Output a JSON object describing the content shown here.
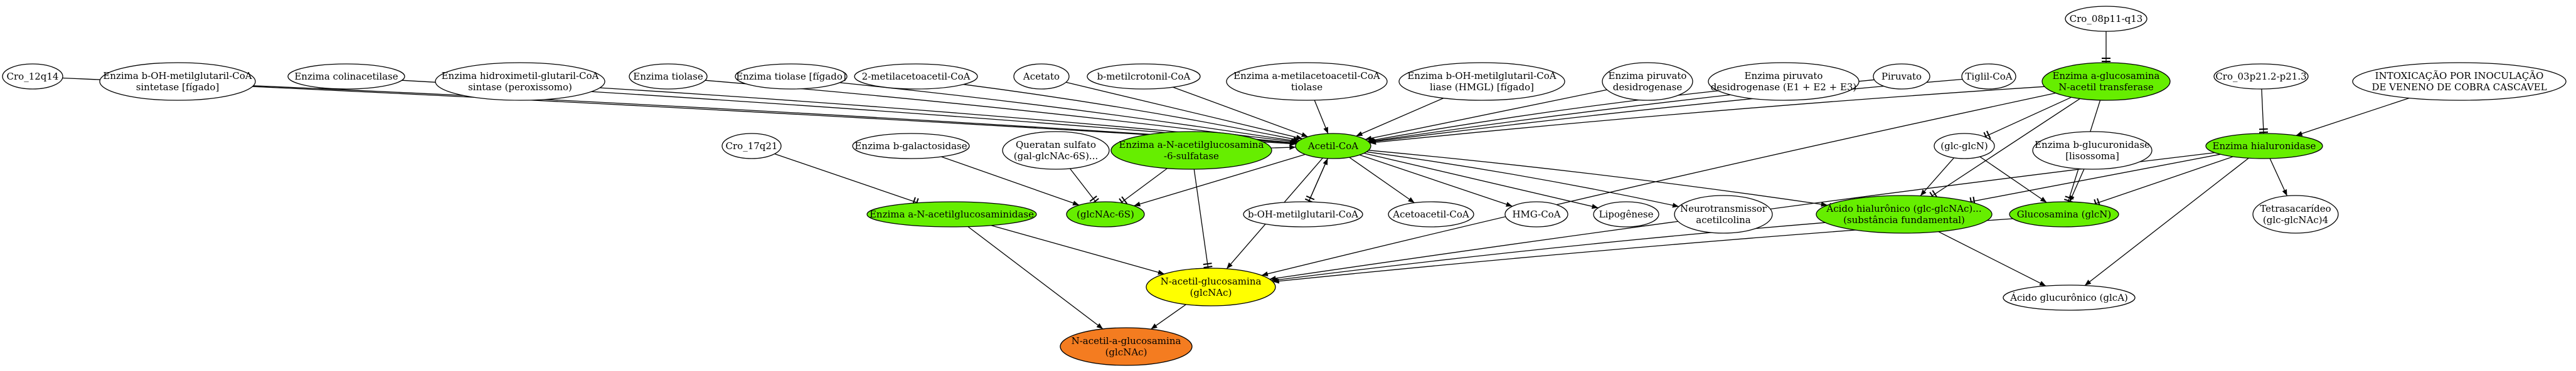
{
  "colors": {
    "green": "#66ee00",
    "yellow": "#ffff00",
    "orange": "#f47c20",
    "white": "#ffffff"
  },
  "nodes": [
    {
      "id": "cro12",
      "lines": [
        "Cro_12q14"
      ],
      "fill": "white"
    },
    {
      "id": "hmgsyn",
      "lines": [
        "Enzima b-OH-metilglutaril-CoA",
        "sintetase [fígado]"
      ],
      "fill": "white"
    },
    {
      "id": "colina",
      "lines": [
        "Enzima colinacetilase"
      ],
      "fill": "white"
    },
    {
      "id": "hidroxi",
      "lines": [
        "Enzima hidroximetil-glutaril-CoA",
        "sintase (peroxissomo)"
      ],
      "fill": "white"
    },
    {
      "id": "tiolase",
      "lines": [
        "Enzima tiolase"
      ],
      "fill": "white"
    },
    {
      "id": "tiolasef",
      "lines": [
        "Enzima tiolase [fígado]"
      ],
      "fill": "white"
    },
    {
      "id": "metilaceto",
      "lines": [
        "2-metilacetoacetil-CoA"
      ],
      "fill": "white"
    },
    {
      "id": "acetato",
      "lines": [
        "Acetato"
      ],
      "fill": "white"
    },
    {
      "id": "bmetil",
      "lines": [
        "b-metilcrotonil-CoA"
      ],
      "fill": "white"
    },
    {
      "id": "amaceto",
      "lines": [
        "Enzima a-metilacetoacetil-CoA",
        "tiolase"
      ],
      "fill": "white"
    },
    {
      "id": "hmgliase",
      "lines": [
        "Enzima b-OH-metilglutaril-CoA",
        "liase (HMGL) [fígado]"
      ],
      "fill": "white"
    },
    {
      "id": "pirdesid",
      "lines": [
        "Enzima piruvato",
        "desidrogenase"
      ],
      "fill": "white"
    },
    {
      "id": "pirdesid2",
      "lines": [
        "Enzima piruvato",
        "desidrogenase (E1 + E2 + E3)"
      ],
      "fill": "white"
    },
    {
      "id": "piruvato",
      "lines": [
        "Piruvato"
      ],
      "fill": "white"
    },
    {
      "id": "tiglil",
      "lines": [
        "Tiglil-CoA"
      ],
      "fill": "white"
    },
    {
      "id": "cro08",
      "lines": [
        "Cro_08p11-q13"
      ],
      "fill": "white"
    },
    {
      "id": "glucacetil",
      "lines": [
        "Enzima a-glucosamina",
        "N-acetil transferase"
      ],
      "fill": "green"
    },
    {
      "id": "cro03",
      "lines": [
        "Cro_03p21.2-p21.3"
      ],
      "fill": "white"
    },
    {
      "id": "intox",
      "lines": [
        "INTOXICAÇÃO POR INOCULAÇÃO",
        "DE VENENO DE COBRA CASCAVEL"
      ],
      "fill": "white"
    },
    {
      "id": "cro17",
      "lines": [
        "Cro_17q21"
      ],
      "fill": "white"
    },
    {
      "id": "bgalac",
      "lines": [
        "Enzima b-galactosidase"
      ],
      "fill": "white"
    },
    {
      "id": "queratan",
      "lines": [
        "Queratan sulfato",
        "(gal-glcNAc-6S)..."
      ],
      "fill": "white"
    },
    {
      "id": "sulfatase",
      "lines": [
        "Enzima a-N-acetilglucosamina",
        "-6-sulfatase"
      ],
      "fill": "green"
    },
    {
      "id": "acetilcoa",
      "lines": [
        "Acetil-CoA"
      ],
      "fill": "green"
    },
    {
      "id": "glcn",
      "lines": [
        "(glc-glcN)"
      ],
      "fill": "white"
    },
    {
      "id": "bglucur",
      "lines": [
        "Enzima b-glucuronidase",
        "[lisossoma]"
      ],
      "fill": "white"
    },
    {
      "id": "hialur",
      "lines": [
        "Enzima hialuronidase"
      ],
      "fill": "green"
    },
    {
      "id": "nacetilase",
      "lines": [
        "Enzima a-N-acetilglucosaminidase"
      ],
      "fill": "green"
    },
    {
      "id": "glcnac6s",
      "lines": [
        "(glcNAc-6S)"
      ],
      "fill": "green"
    },
    {
      "id": "bohmetil",
      "lines": [
        "b-OH-metilglutaril-CoA"
      ],
      "fill": "white"
    },
    {
      "id": "acetoacetil",
      "lines": [
        "Acetoacetil-CoA"
      ],
      "fill": "white"
    },
    {
      "id": "hmgcoa",
      "lines": [
        "HMG-CoA"
      ],
      "fill": "white"
    },
    {
      "id": "lipog",
      "lines": [
        "Lipogênese"
      ],
      "fill": "white"
    },
    {
      "id": "neuro",
      "lines": [
        "Neurotransmissor",
        "acetilcolina"
      ],
      "fill": "white"
    },
    {
      "id": "acidohial",
      "lines": [
        "Ácido hialurônico (glc-glcNAc)...",
        "(substância fundamental)"
      ],
      "fill": "green"
    },
    {
      "id": "glucosamina",
      "lines": [
        "Glucosamina (glcN)"
      ],
      "fill": "green"
    },
    {
      "id": "tetra",
      "lines": [
        "Tetrasacarídeo",
        "(glc-glcNAc)4"
      ],
      "fill": "white"
    },
    {
      "id": "nacetilglc",
      "lines": [
        "N-acetil-glucosamina",
        "(glcNAc)"
      ],
      "fill": "yellow"
    },
    {
      "id": "acidoglucur",
      "lines": [
        "Ácido glucurônico (glcA)"
      ],
      "fill": "white"
    },
    {
      "id": "nacetilaglc",
      "lines": [
        "N-acetil-a-glucosamina",
        "(glcNAc)"
      ],
      "fill": "orange"
    }
  ],
  "edges": [
    {
      "from": "cro12",
      "to": "acetilcoa",
      "head": "normal"
    },
    {
      "from": "hmgsyn",
      "to": "acetilcoa",
      "head": "normal"
    },
    {
      "from": "colina",
      "to": "acetilcoa",
      "head": "normal"
    },
    {
      "from": "hidroxi",
      "to": "acetilcoa",
      "head": "normal"
    },
    {
      "from": "tiolase",
      "to": "acetilcoa",
      "head": "normal"
    },
    {
      "from": "tiolasef",
      "to": "acetilcoa",
      "head": "normal"
    },
    {
      "from": "metilaceto",
      "to": "acetilcoa",
      "head": "normal"
    },
    {
      "from": "acetato",
      "to": "acetilcoa",
      "head": "normal"
    },
    {
      "from": "bmetil",
      "to": "acetilcoa",
      "head": "normal"
    },
    {
      "from": "amaceto",
      "to": "acetilcoa",
      "head": "normal"
    },
    {
      "from": "hmgliase",
      "to": "acetilcoa",
      "head": "normal"
    },
    {
      "from": "pirdesid",
      "to": "acetilcoa",
      "head": "normal"
    },
    {
      "from": "pirdesid2",
      "to": "acetilcoa",
      "head": "normal"
    },
    {
      "from": "piruvato",
      "to": "acetilcoa",
      "head": "normal"
    },
    {
      "from": "tiglil",
      "to": "acetilcoa",
      "head": "normal"
    },
    {
      "from": "glucacetil",
      "to": "acetilcoa",
      "head": "normal"
    },
    {
      "from": "sulfatase",
      "to": "acetilcoa",
      "head": "normal"
    },
    {
      "from": "cro08",
      "to": "glucacetil",
      "head": "tee"
    },
    {
      "from": "glucacetil",
      "to": "glcn",
      "head": "tee"
    },
    {
      "from": "glucacetil",
      "to": "acidohial",
      "head": "tee"
    },
    {
      "from": "glucacetil",
      "to": "glucosamina",
      "head": "tee"
    },
    {
      "from": "glcn",
      "to": "acidohial",
      "head": "normal"
    },
    {
      "from": "glcn",
      "to": "glucosamina",
      "head": "normal"
    },
    {
      "from": "bglucur",
      "to": "glucosamina",
      "head": "normal"
    },
    {
      "from": "acetilcoa",
      "to": "glcnac6s",
      "head": "normal"
    },
    {
      "from": "acetilcoa",
      "to": "nacetilglc",
      "head": "normal"
    },
    {
      "from": "acetilcoa",
      "to": "bohmetil",
      "head": "tee"
    },
    {
      "from": "bohmetil",
      "to": "acetilcoa",
      "head": "normal"
    },
    {
      "from": "acetilcoa",
      "to": "acetoacetil",
      "head": "normal"
    },
    {
      "from": "acetilcoa",
      "to": "hmgcoa",
      "head": "normal"
    },
    {
      "from": "acetilcoa",
      "to": "lipog",
      "head": "normal"
    },
    {
      "from": "acetilcoa",
      "to": "neuro",
      "head": "normal"
    },
    {
      "from": "acetilcoa",
      "to": "acidohial",
      "head": "normal"
    },
    {
      "from": "cro03",
      "to": "hialur",
      "head": "tee"
    },
    {
      "from": "intox",
      "to": "hialur",
      "head": "normal"
    },
    {
      "from": "hialur",
      "to": "acidohial",
      "head": "tee"
    },
    {
      "from": "hialur",
      "to": "glucosamina",
      "head": "tee"
    },
    {
      "from": "hialur",
      "to": "tetra",
      "head": "normal"
    },
    {
      "from": "hialur",
      "to": "acidoglucur",
      "head": "normal"
    },
    {
      "from": "hialur",
      "to": "nacetilglc",
      "head": "normal"
    },
    {
      "from": "glucacetil",
      "to": "nacetilglc",
      "head": "normal"
    },
    {
      "from": "cro17",
      "to": "nacetilase",
      "head": "tee"
    },
    {
      "from": "bgalac",
      "to": "glcnac6s",
      "head": "normal"
    },
    {
      "from": "queratan",
      "to": "glcnac6s",
      "head": "tee"
    },
    {
      "from": "sulfatase",
      "to": "glcnac6s",
      "head": "tee"
    },
    {
      "from": "sulfatase",
      "to": "nacetilglc",
      "head": "tee"
    },
    {
      "from": "nacetilase",
      "to": "nacetilglc",
      "head": "normal"
    },
    {
      "from": "nacetilase",
      "to": "nacetilaglc",
      "head": "normal"
    },
    {
      "from": "acidohial",
      "to": "nacetilglc",
      "head": "normal"
    },
    {
      "from": "acidohial",
      "to": "acidoglucur",
      "head": "normal"
    },
    {
      "from": "glucosamina",
      "to": "nacetilglc",
      "head": "normal"
    },
    {
      "from": "nacetilglc",
      "to": "nacetilaglc",
      "head": "normal"
    }
  ]
}
